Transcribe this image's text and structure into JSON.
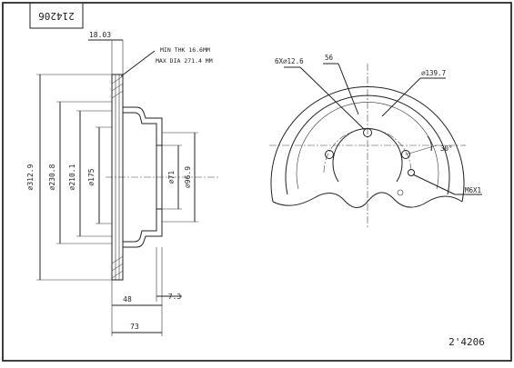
{
  "drawing": {
    "part_number_box": "214206",
    "part_number_footer": "2'4206",
    "notes": {
      "min_thk": "MIN THK 16.6MM",
      "max_dia": "MAX DIA 271.4 MM"
    },
    "dimensions": {
      "thickness": "18.03",
      "outer_diameter": "⌀312.9",
      "dia_230": "⌀230.8",
      "dia_210": "⌀210.1",
      "dia_175": "⌀175",
      "dia_71": "⌀71",
      "dia_96": "⌀96.9",
      "offset_48": "48",
      "height_73": "73",
      "step_7": "7.3",
      "holes": "6X⌀12.6",
      "bore": "56",
      "pcd": "⌀139.7",
      "angle": "30°",
      "thread": "M6X1"
    }
  }
}
